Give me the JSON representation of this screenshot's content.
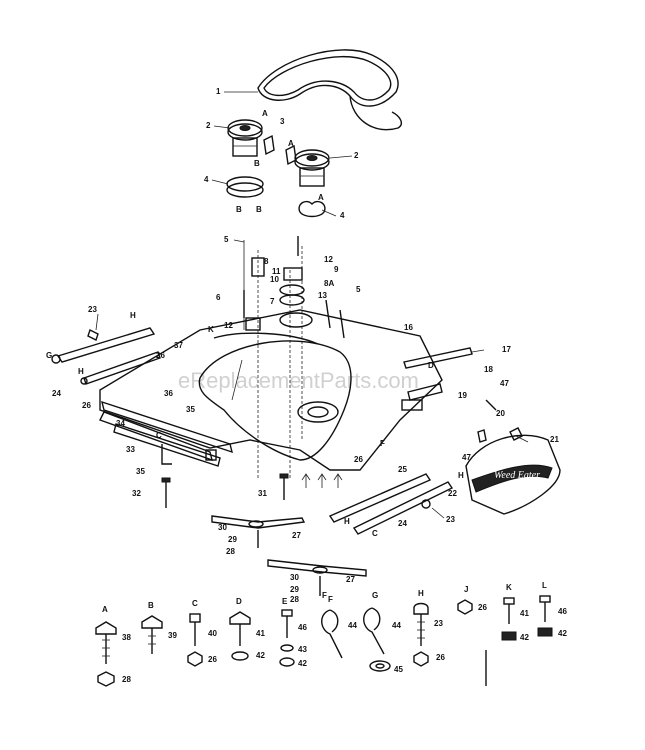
{
  "watermark": "eReplacementParts.com",
  "brand_decal": "Weed Eater",
  "callouts": [
    "1",
    "2",
    "3",
    "4",
    "5",
    "6",
    "7",
    "8",
    "8A",
    "9",
    "10",
    "11",
    "12",
    "13",
    "16",
    "17",
    "18",
    "19",
    "20",
    "21",
    "22",
    "23",
    "24",
    "25",
    "26",
    "27",
    "28",
    "29",
    "30",
    "31",
    "32",
    "33",
    "34",
    "35",
    "36",
    "37",
    "38",
    "39",
    "40",
    "41",
    "42",
    "43",
    "44",
    "45",
    "46",
    "47"
  ],
  "hardware_legend": [
    {
      "letter": "A",
      "parts": [
        "38",
        "28"
      ]
    },
    {
      "letter": "B",
      "parts": [
        "39"
      ]
    },
    {
      "letter": "C",
      "parts": [
        "40",
        "26"
      ]
    },
    {
      "letter": "D",
      "parts": [
        "41",
        "42"
      ]
    },
    {
      "letter": "E",
      "parts": [
        "46",
        "43",
        "42"
      ]
    },
    {
      "letter": "F",
      "parts": [
        "44"
      ]
    },
    {
      "letter": "G",
      "parts": [
        "44",
        "45"
      ]
    },
    {
      "letter": "H",
      "parts": [
        "23",
        "26"
      ]
    },
    {
      "letter": "J",
      "parts": [
        "26"
      ]
    },
    {
      "letter": "K",
      "parts": [
        "41",
        "42"
      ]
    },
    {
      "letter": "L",
      "parts": [
        "46",
        "42"
      ]
    }
  ]
}
